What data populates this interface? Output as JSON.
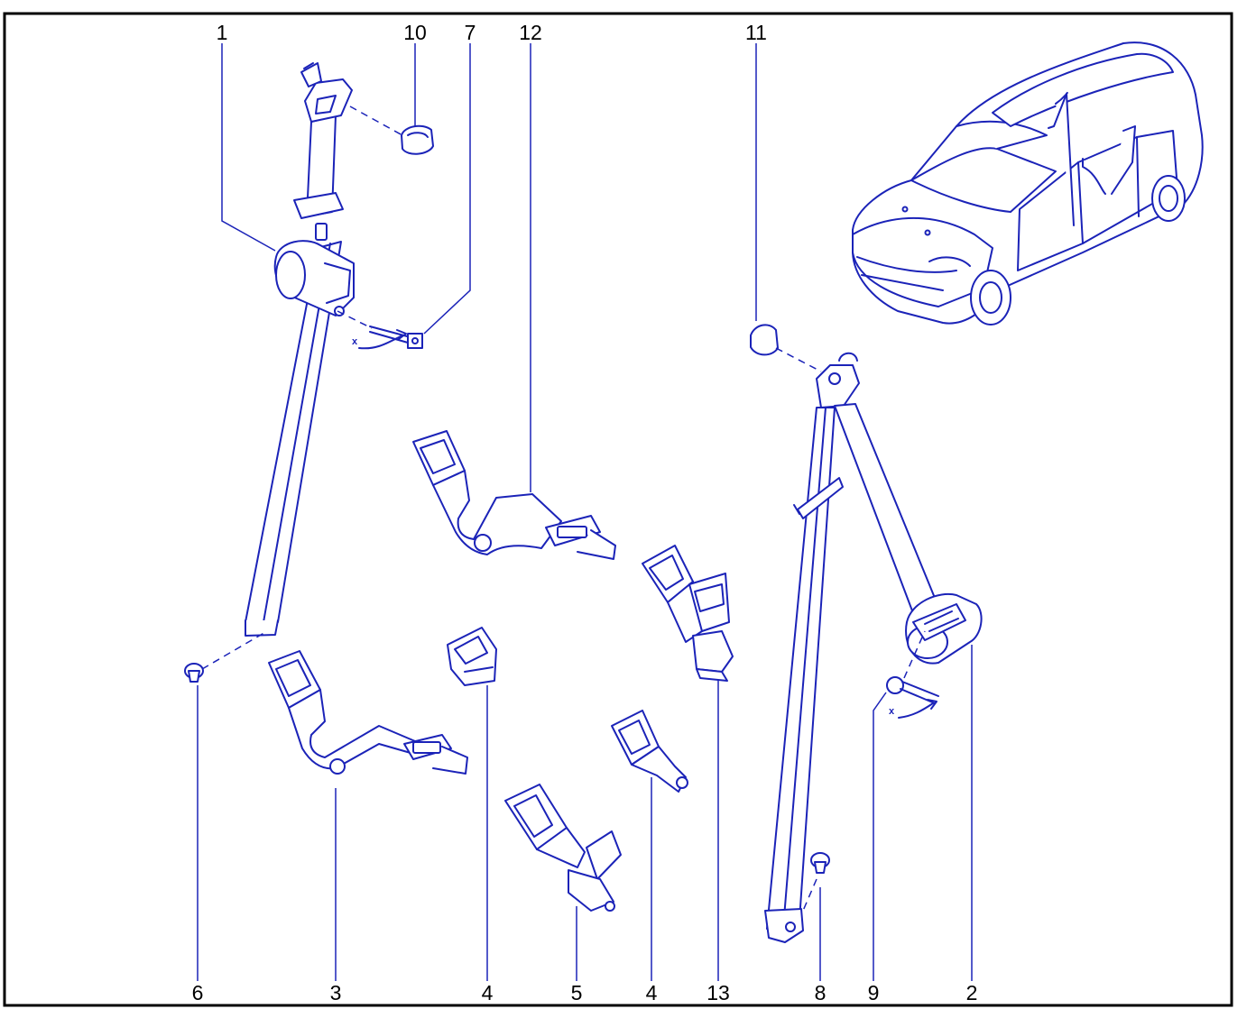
{
  "diagram": {
    "line_color": "#1b23b8",
    "fill_color": "#ffffff",
    "frame_color": "#000000",
    "label_color": "#000000",
    "callouts": {
      "c1": "1",
      "c10": "10",
      "c7": "7",
      "c12": "12",
      "c11": "11",
      "c6": "6",
      "c3": "3",
      "c4a": "4",
      "c5": "5",
      "c4b": "4",
      "c13": "13",
      "c8": "8",
      "c9": "9",
      "c2": "2"
    },
    "torque_marks": {
      "left": "x",
      "right": "x"
    }
  }
}
